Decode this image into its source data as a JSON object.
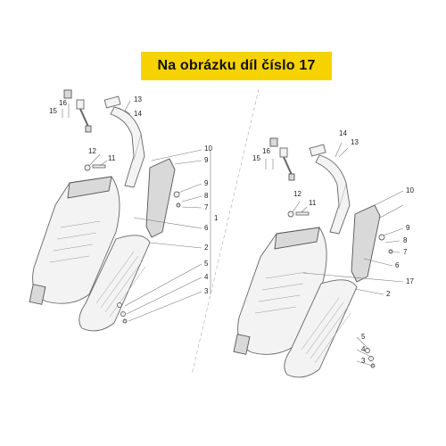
{
  "banner": {
    "text": "Na obrázku díl číslo 17"
  },
  "left_view": {
    "labels": [
      "16",
      "15",
      "13",
      "14",
      "12",
      "11",
      "10",
      "9",
      "8",
      "7",
      "1",
      "6",
      "2",
      "5",
      "4",
      "3"
    ]
  },
  "right_view": {
    "labels": [
      "14",
      "13",
      "16",
      "15",
      "12",
      "11",
      "10",
      "9",
      "8",
      "7",
      "6",
      "17",
      "2",
      "5",
      "4",
      "3"
    ]
  },
  "colors": {
    "banner": "#f6d200",
    "line": "#666666"
  }
}
